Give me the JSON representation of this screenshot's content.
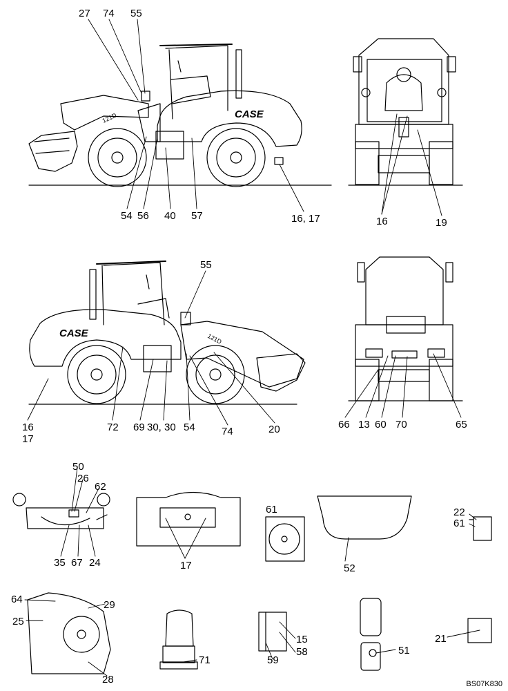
{
  "figure_id": "BS07K830",
  "brand_text": "CASE",
  "model_text": "121D",
  "callouts": {
    "c27": "27",
    "c74a": "74",
    "c55a": "55",
    "c54a": "54",
    "c56": "56",
    "c40": "40",
    "c57": "57",
    "c16_17a": "16, 17",
    "c16a": "16",
    "c19": "19",
    "c55b": "55",
    "c16b": "16",
    "c17a": "17",
    "c72": "72",
    "c69": "69",
    "c30": "30, 30",
    "c54b": "54",
    "c74b": "74",
    "c20": "20",
    "c66": "66",
    "c13": "13",
    "c60": "60",
    "c70": "70",
    "c65": "65",
    "c50": "50",
    "c26": "26",
    "c62": "62",
    "c35": "35",
    "c67": "67",
    "c24": "24",
    "c17b": "17",
    "c61a": "61",
    "c52": "52",
    "c22": "22",
    "c61b": "61",
    "c64": "64",
    "c29": "29",
    "c25": "25",
    "c28": "28",
    "c71": "71",
    "c15": "15",
    "c58": "58",
    "c59": "59",
    "c51": "51",
    "c21": "21"
  }
}
